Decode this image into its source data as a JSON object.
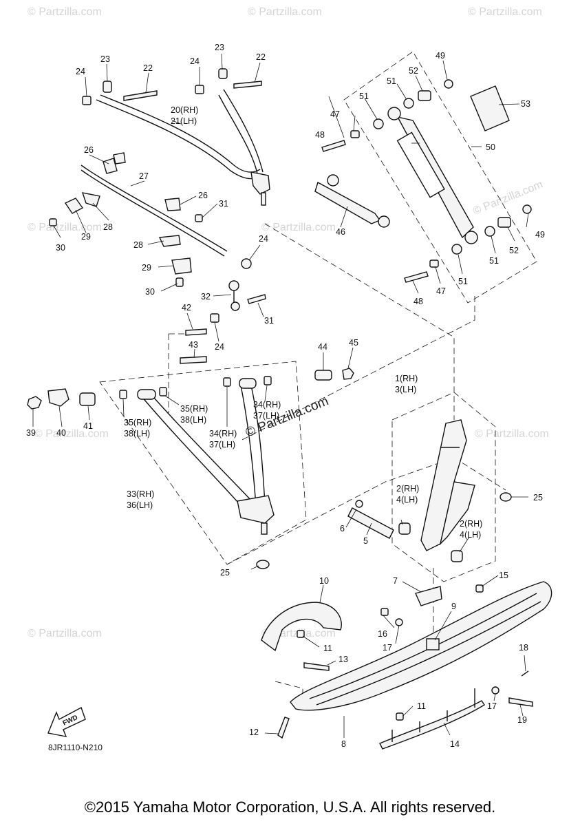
{
  "watermarks": {
    "small": "© Partzilla.com",
    "center": "© Partzilla.com"
  },
  "diagram_code": "8JR1110-N210",
  "fwd_label": "FWD",
  "copyright": "©2015 Yamaha Motor Corporation, U.S.A. All rights reserved.",
  "callouts": {
    "c1": "1(RH)",
    "c3": "3(LH)",
    "c2a": "2(RH)",
    "c4a": "4(LH)",
    "c2b": "2(RH)",
    "c4b": "4(LH)",
    "c5": "5",
    "c6": "6",
    "c7": "7",
    "c8": "8",
    "c9": "9",
    "c10": "10",
    "c11a": "11",
    "c11b": "11",
    "c12": "12",
    "c13": "13",
    "c14": "14",
    "c15": "15",
    "c16": "16",
    "c17a": "17",
    "c17b": "17",
    "c18": "18",
    "c19": "19",
    "c20": "20(RH)",
    "c21": "21(LH)",
    "c22a": "22",
    "c22b": "22",
    "c23a": "23",
    "c23b": "23",
    "c24a": "24",
    "c24b": "24",
    "c24c": "24",
    "c24d": "24",
    "c25a": "25",
    "c25b": "25",
    "c26a": "26",
    "c26b": "26",
    "c27": "27",
    "c28a": "28",
    "c28b": "28",
    "c29a": "29",
    "c29b": "29",
    "c30a": "30",
    "c30b": "30",
    "c31a": "31",
    "c31b": "31",
    "c32": "32",
    "c33": "33(RH)",
    "c36": "36(LH)",
    "c34a": "34(RH)",
    "c37a": "37(LH)",
    "c34b": "34(RH)",
    "c37b": "37(LH)",
    "c35a": "35(RH)",
    "c38a": "38(LH)",
    "c35b": "35(RH)",
    "c38b": "38(LH)",
    "c39": "39",
    "c40": "40",
    "c41": "41",
    "c42": "42",
    "c43": "43",
    "c44": "44",
    "c45": "45",
    "c46": "46",
    "c47a": "47",
    "c47b": "47",
    "c48a": "48",
    "c48b": "48",
    "c49a": "49",
    "c49b": "49",
    "c50": "50",
    "c51a": "51",
    "c51b": "51",
    "c51c": "51",
    "c51d": "51",
    "c52a": "52",
    "c52b": "52",
    "c53": "53"
  }
}
